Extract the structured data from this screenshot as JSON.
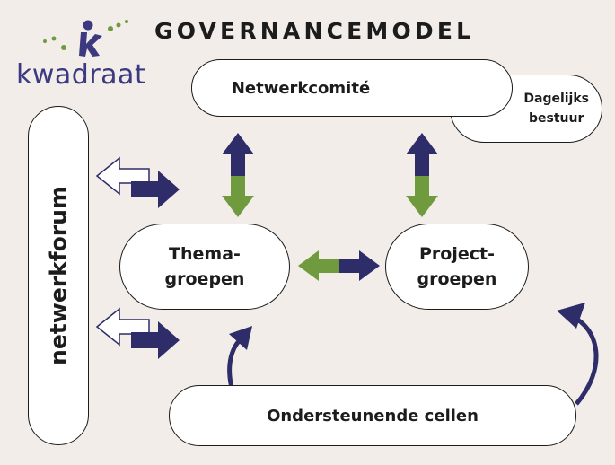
{
  "title": "GOVERNANCEMODEL",
  "logo": {
    "text": "kwadraat",
    "icon": "person-k-icon"
  },
  "nodes": {
    "netwerkcomite": "Netwerkcomité",
    "dagelijks_bestuur": "Dagelijks\nbestuur",
    "themagroepen": "Thema-\ngroepen",
    "projectgroepen": "Project-\ngroepen",
    "ondersteunende_cellen": "Ondersteunende cellen",
    "netwerkforum": "netwerkforum"
  },
  "colors": {
    "background": "#f2ede8",
    "navy": "#2e2c69",
    "green": "#6f9a3e",
    "logo_text": "#3b3a80"
  }
}
